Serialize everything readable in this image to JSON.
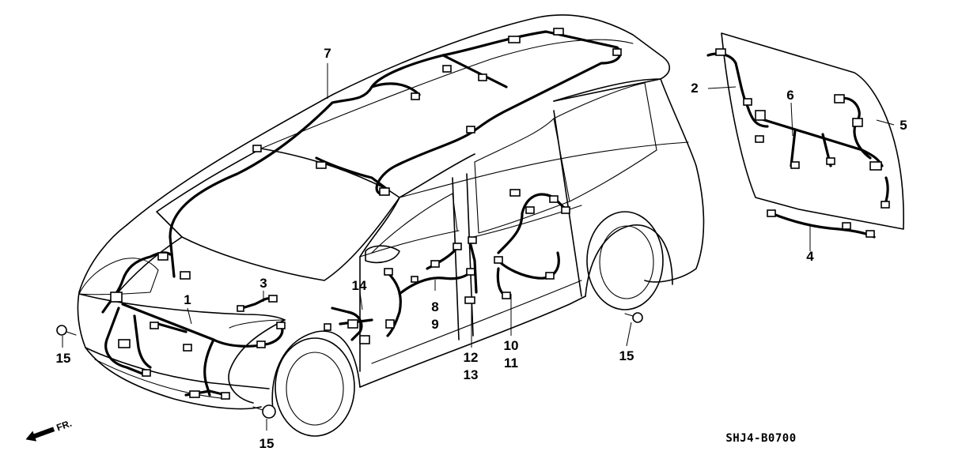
{
  "diagram": {
    "callouts": {
      "c1": "1",
      "c2": "2",
      "c3": "3",
      "c4": "4",
      "c5": "5",
      "c6": "6",
      "c7": "7",
      "c8": "8",
      "c9": "9",
      "c10": "10",
      "c11": "11",
      "c12": "12",
      "c13": "13",
      "c14": "14",
      "c15a": "15",
      "c15b": "15",
      "c15c": "15"
    },
    "front_indicator": "FR.",
    "part_code": "SHJ4-B0700"
  }
}
